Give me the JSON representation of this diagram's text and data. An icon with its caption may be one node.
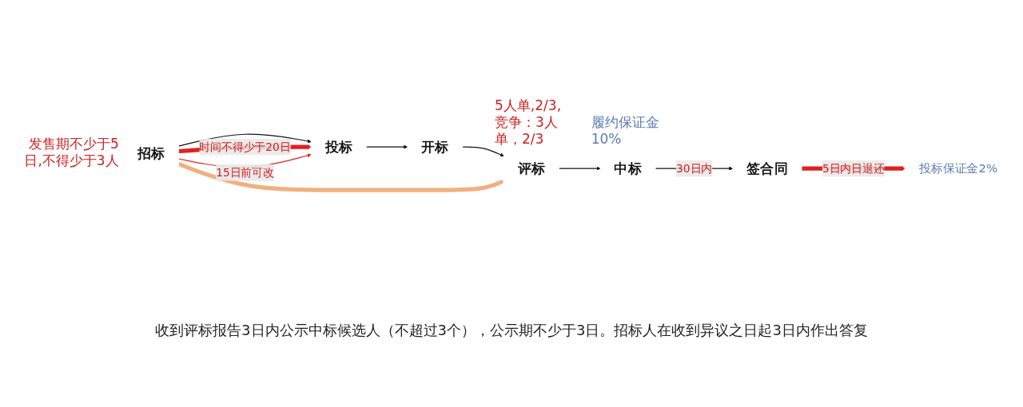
{
  "diagram": {
    "nodes": [
      {
        "text": [
          "招标"
        ],
        "beside": [
          "发售期不少于5日,不得少于3人"
        ]
      },
      {
        "text": [
          "投标"
        ]
      },
      {
        "text": [
          "开标"
        ]
      },
      {
        "text": [
          "评标"
        ],
        "beside": [
          "5人单,2/3,竞争：3人单，2/3"
        ]
      },
      {
        "text": [
          "中标"
        ],
        "beside": [
          "履约保证金10%"
        ]
      },
      {
        "text": [
          "签合同"
        ]
      },
      {
        "text": [
          "投标保证金2%"
        ]
      }
    ],
    "edges": [
      {
        "from": 0,
        "to": 1,
        "arrow": "to"
      },
      {
        "from": 1,
        "to": 2,
        "arrow": "to"
      },
      {
        "from": 2,
        "to": 3,
        "arrow": "to"
      },
      {
        "from": 3,
        "to": 4,
        "arrow": "to"
      },
      {
        "from": 4,
        "to": 5,
        "arrow": "to",
        "label": "30日内"
      },
      {
        "from": 0,
        "to": 1,
        "arrow": "to",
        "label": "时间不得少于20日",
        "style": "thick",
        "color": "#e02020"
      },
      {
        "from": 0,
        "to": 1,
        "arrow": "to",
        "label": "15日前可改",
        "color": "#e02020"
      },
      {
        "from": 0,
        "to": 3,
        "arrow": "to",
        "style": "thick",
        "color": "#f0b080"
      },
      {
        "from": 5,
        "to": 6,
        "arrow": "to",
        "label": "5日内日退还",
        "style": "thick",
        "color": "#e02020"
      }
    ],
    "labels": [
      "收到评标报告3日内公示中标候选人（不超过3个），公示期不少于3日。招标人在收到异议之日起3日内作出答复"
    ]
  }
}
